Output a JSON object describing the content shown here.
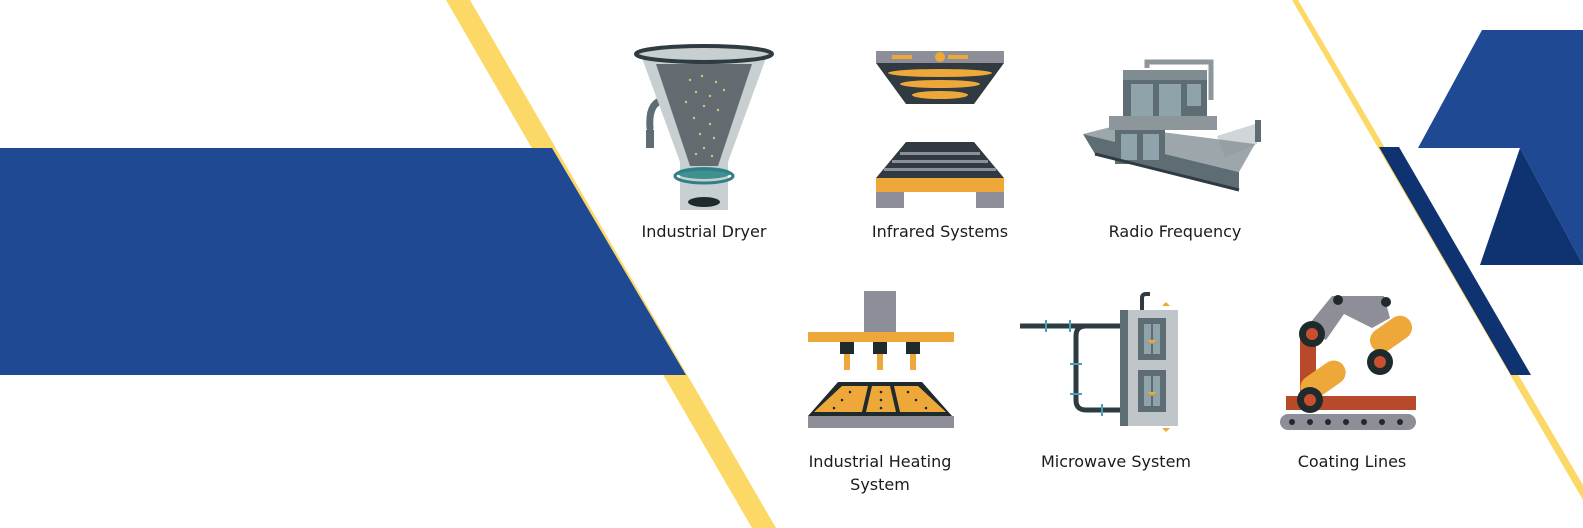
{
  "products": {
    "industrial_dryer": "Industrial Dryer",
    "infrared_systems": "Infrared Systems",
    "radio_frequency": "Radio Frequency",
    "industrial_heating_line1": "Industrial Heating",
    "industrial_heating_line2": "System",
    "microwave_system": "Microwave System",
    "coating_lines": "Coating Lines"
  },
  "colors": {
    "brand_blue": "#1f4a93",
    "dark_blue": "#0f3270",
    "accent_yellow": "#fcd866",
    "orange": "#eea83a",
    "grey": "#858794"
  }
}
